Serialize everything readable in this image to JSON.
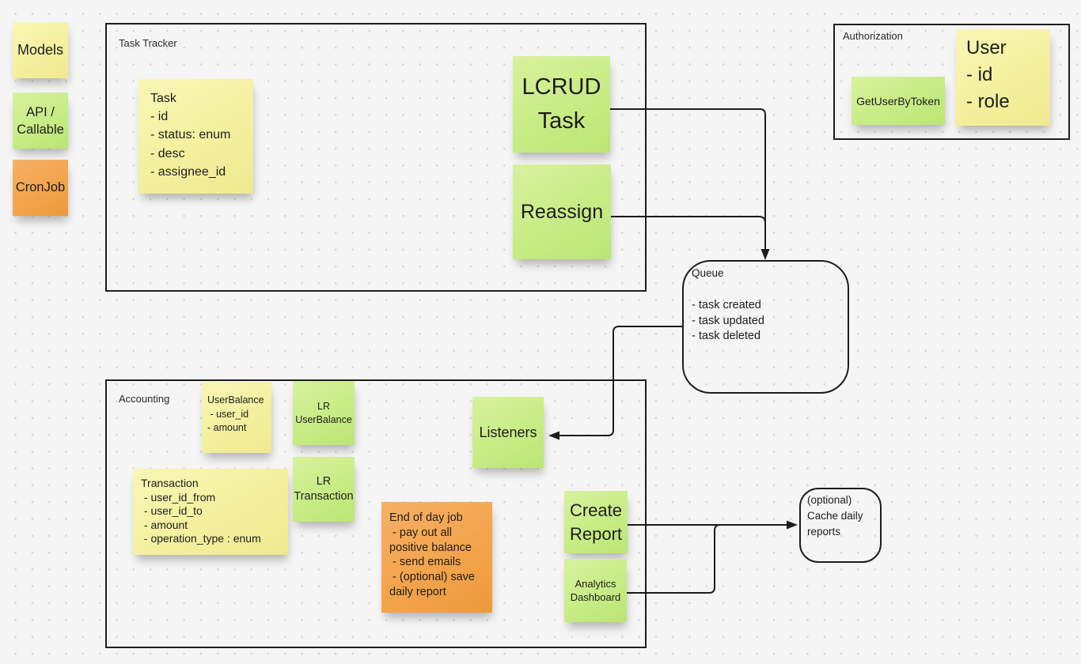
{
  "app": {
    "type": "whiteboard-architecture-diagram"
  },
  "colors": {
    "background": "#F5F5F5",
    "grid_dot": "#D4D4D4",
    "sticky_yellow": "#F4F09E",
    "sticky_green": "#C8EC85",
    "sticky_orange": "#F3A44C",
    "connector": "#1D1D1D"
  },
  "legend": {
    "models": {
      "text": "Models",
      "color": "yellow"
    },
    "api_callable": {
      "lines": [
        "API /",
        "Callable"
      ],
      "color": "green"
    },
    "cronjob": {
      "text": "CronJob",
      "color": "orange"
    }
  },
  "task_tracker": {
    "title": "Task Tracker",
    "task": {
      "lines": [
        "Task",
        "- id",
        "- status: enum",
        "- desc",
        "- assignee_id"
      ]
    },
    "lcrud": {
      "lines": [
        "LCRUD",
        "Task"
      ]
    },
    "reassign": {
      "text": "Reassign"
    }
  },
  "authorization": {
    "title": "Authorization",
    "get_user_by_token": {
      "text": "GetUserByToken"
    },
    "user": {
      "lines": [
        "User",
        "- id",
        "- role"
      ]
    }
  },
  "queue": {
    "title": "Queue",
    "items": [
      "- task created",
      "- task updated",
      "- task deleted"
    ]
  },
  "accounting": {
    "title": "Accounting",
    "user_balance": {
      "lines": [
        "UserBalance",
        " - user_id",
        "- amount"
      ]
    },
    "lr_user_balance": {
      "lines": [
        "LR",
        "UserBalance"
      ]
    },
    "transaction": {
      "lines": [
        "Transaction",
        " - user_id_from",
        " - user_id_to",
        " - amount",
        " - operation_type : enum"
      ]
    },
    "lr_transaction": {
      "lines": [
        "LR",
        "Transaction"
      ]
    },
    "end_of_day": {
      "lines": [
        "End of day job",
        " - pay out all",
        "positive balance",
        " - send emails",
        " - (optional) save",
        "daily report"
      ]
    },
    "listeners": {
      "text": "Listeners"
    },
    "create_report": {
      "lines": [
        "Create",
        "Report"
      ]
    },
    "analytics_dashboard": {
      "lines": [
        "Analytics",
        "Dashboard"
      ]
    }
  },
  "cache": {
    "lines": [
      "(optional)",
      "Cache daily",
      "reports"
    ]
  }
}
